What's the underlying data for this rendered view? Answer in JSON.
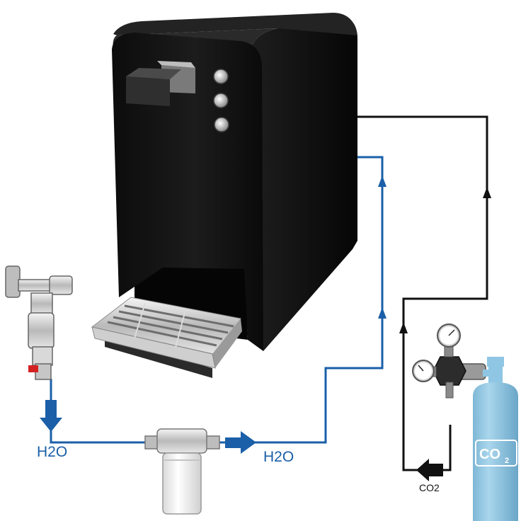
{
  "labels": {
    "water_in": "H2O",
    "water_out": "H2O",
    "co2_line": "CO2",
    "cylinder_main": "CO",
    "cylinder_sub": "2"
  },
  "colors": {
    "water_line": "#1a5fa8",
    "gas_line": "#111111",
    "dispenser_body": "#141414",
    "cylinder": "#8fc6e3",
    "label_blue": "#1a5fa8"
  },
  "icons": {
    "dispenser": "water-dispenser-icon",
    "tap": "water-tap-valve-icon",
    "filter": "water-filter-icon",
    "regulator": "pressure-regulator-icon",
    "cylinder": "co2-cylinder-icon"
  }
}
